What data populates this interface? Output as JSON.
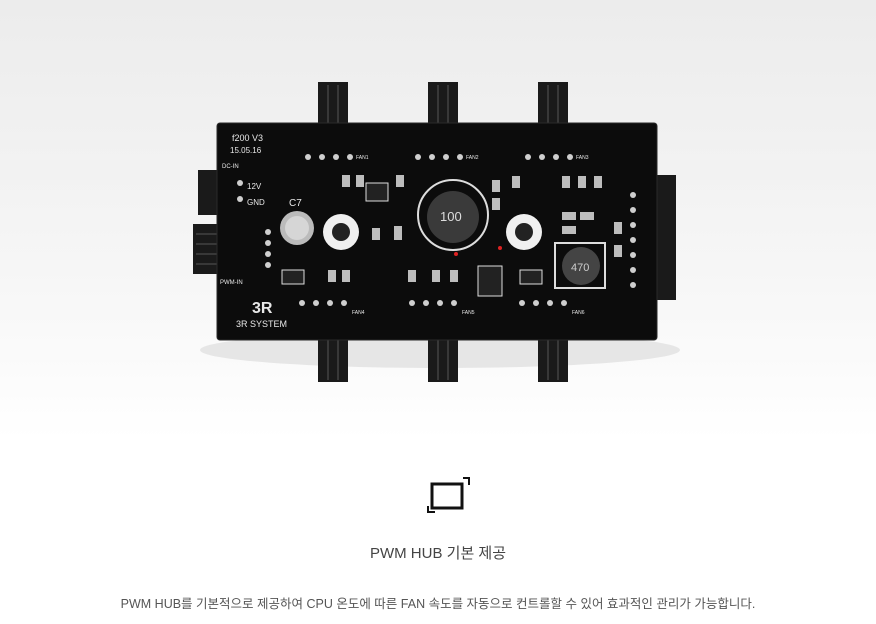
{
  "product_image": {
    "board_labels": {
      "model": "f200  V3",
      "date": "15.05.16",
      "dc_in": "DC-IN",
      "v12": "12V",
      "gnd": "GND",
      "c7": "C7",
      "pwm_in": "PWM-IN",
      "brand_logo": "3R",
      "brand": "3R SYSTEM",
      "fans": [
        "FAN1",
        "FAN2",
        "FAN3",
        "FAN4",
        "FAN5",
        "FAN6"
      ],
      "inductor1": "100",
      "inductor2": "470"
    }
  },
  "feature": {
    "icon": "expand-frame-icon",
    "title": "PWM HUB 기본 제공",
    "description": "PWM HUB를 기본적으로 제공하여 CPU 온도에 따른 FAN 속도를 자동으로 컨트롤할 수 있어 효과적인 관리가 가능합니다."
  }
}
